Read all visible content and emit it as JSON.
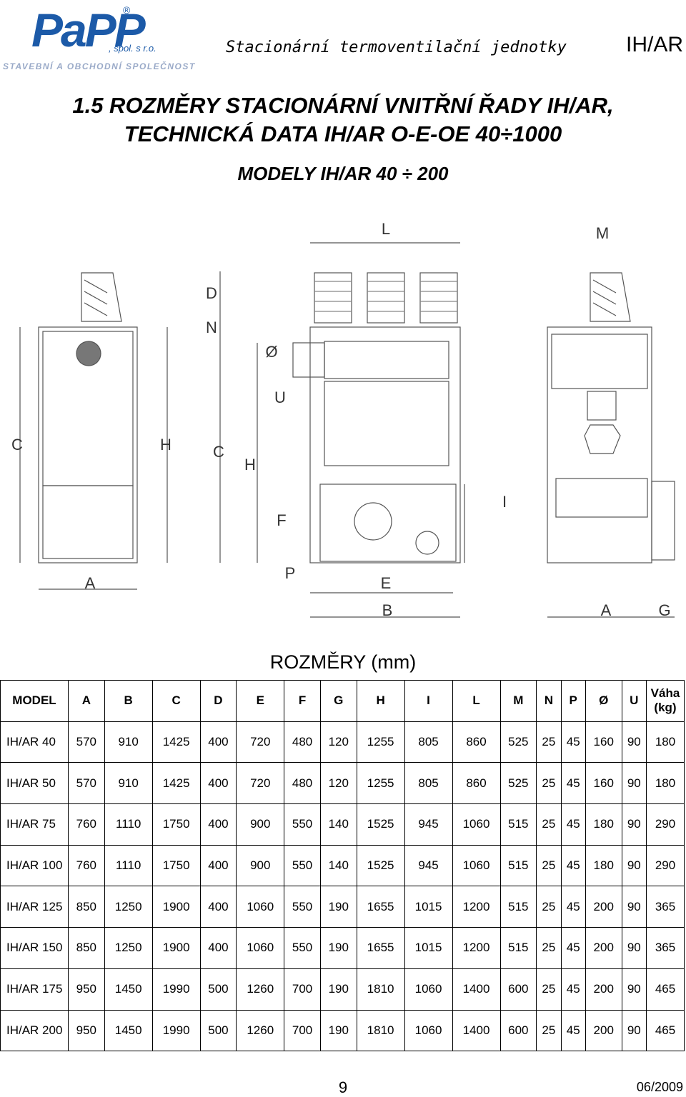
{
  "header": {
    "logo_text": "PaPP",
    "logo_reg": "®",
    "logo_spol": ", spol. s r.o.",
    "logo_tagline": "STAVEBNÍ A OBCHODNÍ SPOLEČNOST",
    "subtitle": "Stacionární termoventilační jednotky",
    "code": "IH/AR"
  },
  "title_line1": "1.5 ROZMĚRY STACIONÁRNÍ VNITŘNÍ ŘADY IH/AR,",
  "title_line2": "TECHNICKÁ DATA IH/AR O-E-OE 40÷1000",
  "subtitle": "MODELY IH/AR 40 ÷ 200",
  "drawing_labels": {
    "L": "L",
    "M": "M",
    "D": "D",
    "N": "N",
    "O": "Ø",
    "U": "U",
    "C1": "C",
    "H1": "H",
    "C2": "C",
    "H2": "H",
    "I": "I",
    "F": "F",
    "P": "P",
    "A1": "A",
    "E": "E",
    "B": "B",
    "A2": "A",
    "G": "G"
  },
  "dim_title": "ROZMĚRY (mm)",
  "table": {
    "headers": [
      "MODEL",
      "A",
      "B",
      "C",
      "D",
      "E",
      "F",
      "G",
      "H",
      "I",
      "L",
      "M",
      "N",
      "P",
      "Ø",
      "U",
      "Váha (kg)"
    ],
    "rows": [
      [
        "IH/AR  40",
        "570",
        "910",
        "1425",
        "400",
        "720",
        "480",
        "120",
        "1255",
        "805",
        "860",
        "525",
        "25",
        "45",
        "160",
        "90",
        "180"
      ],
      [
        "IH/AR  50",
        "570",
        "910",
        "1425",
        "400",
        "720",
        "480",
        "120",
        "1255",
        "805",
        "860",
        "525",
        "25",
        "45",
        "160",
        "90",
        "180"
      ],
      [
        "IH/AR  75",
        "760",
        "1110",
        "1750",
        "400",
        "900",
        "550",
        "140",
        "1525",
        "945",
        "1060",
        "515",
        "25",
        "45",
        "180",
        "90",
        "290"
      ],
      [
        "IH/AR  100",
        "760",
        "1110",
        "1750",
        "400",
        "900",
        "550",
        "140",
        "1525",
        "945",
        "1060",
        "515",
        "25",
        "45",
        "180",
        "90",
        "290"
      ],
      [
        "IH/AR  125",
        "850",
        "1250",
        "1900",
        "400",
        "1060",
        "550",
        "190",
        "1655",
        "1015",
        "1200",
        "515",
        "25",
        "45",
        "200",
        "90",
        "365"
      ],
      [
        "IH/AR 150",
        "850",
        "1250",
        "1900",
        "400",
        "1060",
        "550",
        "190",
        "1655",
        "1015",
        "1200",
        "515",
        "25",
        "45",
        "200",
        "90",
        "365"
      ],
      [
        "IH/AR  175",
        "950",
        "1450",
        "1990",
        "500",
        "1260",
        "700",
        "190",
        "1810",
        "1060",
        "1400",
        "600",
        "25",
        "45",
        "200",
        "90",
        "465"
      ],
      [
        "IH/AR  200",
        "950",
        "1450",
        "1990",
        "500",
        "1260",
        "700",
        "190",
        "1810",
        "1060",
        "1400",
        "600",
        "25",
        "45",
        "200",
        "90",
        "465"
      ]
    ]
  },
  "footer": {
    "page": "9",
    "date": "06/2009"
  }
}
